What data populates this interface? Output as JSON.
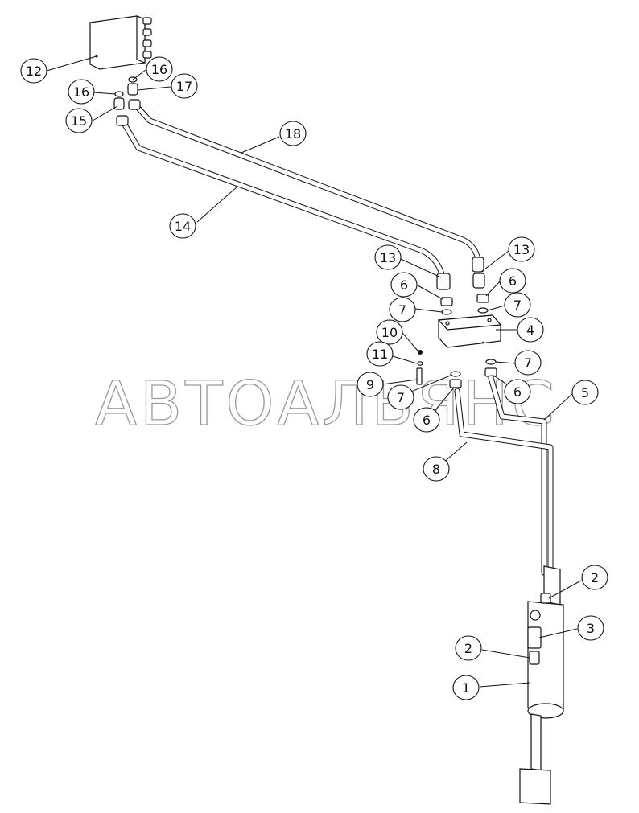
{
  "watermark": "АВТОАЛЬЯНС",
  "callouts": [
    {
      "id": "c12",
      "label": "12"
    },
    {
      "id": "c16a",
      "label": "16"
    },
    {
      "id": "c16b",
      "label": "16"
    },
    {
      "id": "c17",
      "label": "17"
    },
    {
      "id": "c15",
      "label": "15"
    },
    {
      "id": "c18",
      "label": "18"
    },
    {
      "id": "c14",
      "label": "14"
    },
    {
      "id": "c13a",
      "label": "13"
    },
    {
      "id": "c13b",
      "label": "13"
    },
    {
      "id": "c6a",
      "label": "6"
    },
    {
      "id": "c6b",
      "label": "6"
    },
    {
      "id": "c7a",
      "label": "7"
    },
    {
      "id": "c7b",
      "label": "7"
    },
    {
      "id": "c10",
      "label": "10"
    },
    {
      "id": "c4",
      "label": "4"
    },
    {
      "id": "c11",
      "label": "11"
    },
    {
      "id": "c7c",
      "label": "7"
    },
    {
      "id": "c9",
      "label": "9"
    },
    {
      "id": "c7d",
      "label": "7"
    },
    {
      "id": "c6c",
      "label": "6"
    },
    {
      "id": "c6d",
      "label": "6"
    },
    {
      "id": "c5",
      "label": "5"
    },
    {
      "id": "c8",
      "label": "8"
    },
    {
      "id": "c2a",
      "label": "2"
    },
    {
      "id": "c3",
      "label": "3"
    },
    {
      "id": "c2b",
      "label": "2"
    },
    {
      "id": "c1",
      "label": "1"
    }
  ]
}
